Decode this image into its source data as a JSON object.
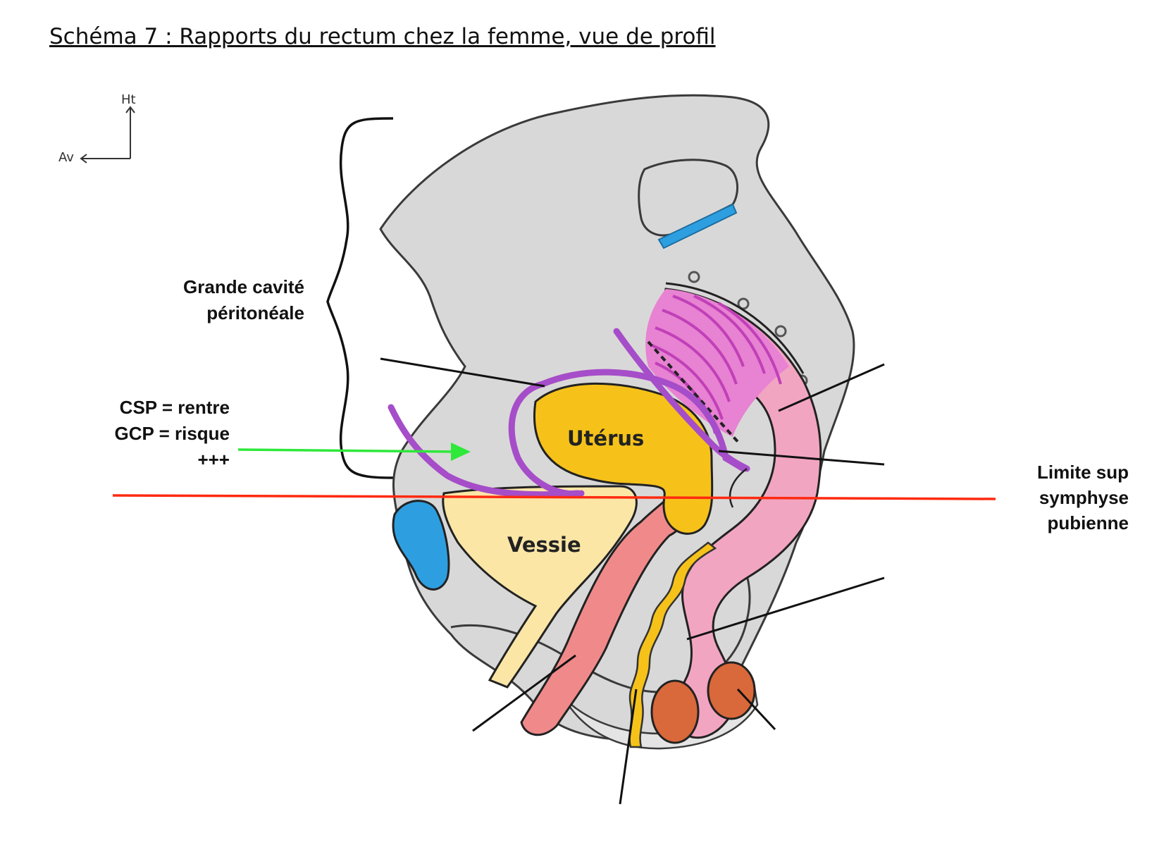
{
  "title": "Schéma 7 : Rapports du rectum chez la femme, vue de profil",
  "orientation": {
    "up": "Ht",
    "front": "Av"
  },
  "labels": {
    "grande_cavite": [
      "Grande cavité",
      "péritonéale"
    ],
    "csp_gcp": [
      "CSP = rentre",
      "GCP = risque",
      "+++"
    ],
    "limite_sup": [
      "Limite sup",
      "symphyse",
      "pubienne"
    ]
  },
  "organs": {
    "uterus": "Utérus",
    "vessie": "Vessie"
  },
  "colors": {
    "bone": "#d9d8d8",
    "peritoneum": "#a64dc9",
    "uterus": "#f6c21a",
    "bladder": "#fbe6a6",
    "rectum": "#f2a5c1",
    "rectal_folds": "#e882d2",
    "cartilage": "#2d9fe0",
    "vagina": "#f08a8a",
    "sphincter": "#d9683a",
    "red_line": "#ff2a10",
    "green_arrow": "#2ee83a"
  }
}
